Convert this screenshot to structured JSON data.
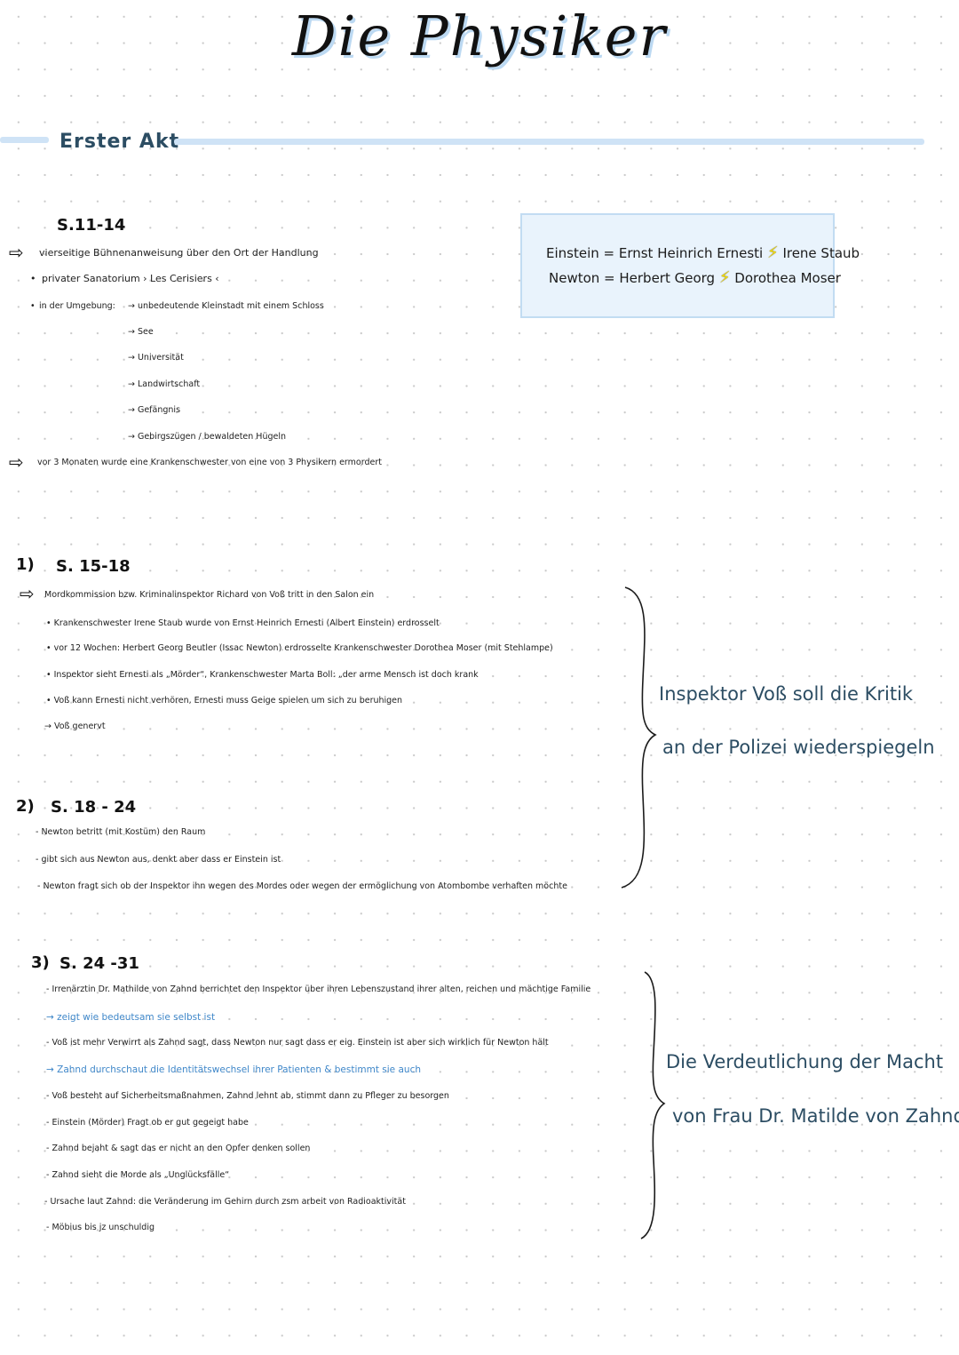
{
  "title": "Die Physiker",
  "act": "Erster Akt",
  "box": {
    "line1_left": "Einstein = Ernst Heinrich Ernesti",
    "line1_right": "Irene Staub",
    "line2_left": "Newton = Herbert Georg",
    "line2_right": "Dorothea Moser",
    "bolt_icon": "⚡"
  },
  "section0": {
    "heading": "S.11-14",
    "intro": "vierseitige Bühnenanweisung über den Ort der Handlung",
    "bullet1": "privater Sanatorium › Les Cerisiers ‹",
    "bullet2_label": "in der Umgebung:",
    "surroundings": [
      "→ unbedeutende Kleinstadt mit einem Schloss",
      "→ See",
      "→ Universität",
      "→ Landwirtschaft",
      "→ Gefängnis",
      "→ Gebirgszügen / bewaldeten Hügeln"
    ],
    "conclusion": "vor 3 Monaten wurde eine Krankenschwester von eine von 3 Physikern ermordert"
  },
  "section1": {
    "number": "1)",
    "heading": "S. 15-18",
    "intro": "Mordkommission bzw. Kriminalinspektor Richard von Voß tritt in den Salon ein",
    "lines": [
      "• Krankenschwester Irene Staub wurde von Ernst Heinrich Ernesti (Albert Einstein) erdrosselt",
      "• vor 12 Wochen: Herbert Georg Beutler (Issac Newton) erdrosselte Krankenschwester Dorothea Moser (mit Stehlampe)",
      "• Inspektor sieht Ernesti als „Mörder“, Krankenschwester Marta Boll: „der arme Mensch ist doch krank",
      "• Voß kann Ernesti nicht verhören, Ernesti muss Geige spielen um sich zu beruhigen",
      "→ Voß genervt"
    ]
  },
  "section2": {
    "number": "2)",
    "heading": "S. 18 - 24",
    "lines": [
      "- Newton betritt (mit Kostüm) den Raum",
      "- gibt sich aus Newton aus, denkt aber dass er Einstein ist",
      "- Newton fragt sich ob der Inspektor ihn wegen des Mordes oder wegen der ermöglichung von Atombombe verhaften möchte"
    ]
  },
  "note1": {
    "line1": "Inspektor Voß soll die Kritik",
    "line2": "an der Polizei wiederspiegeln"
  },
  "section3": {
    "number": "3)",
    "heading": "S. 24 -31",
    "lines": [
      "- Irrenärztin Dr. Mathilde von Zahnd berrichtet den Inspektor über ihren Lebenszustand ihrer alten, reichen und mächtige Familie",
      "→ zeigt wie bedeutsam sie selbst ist",
      "- Voß ist mehr Verwirrt als Zahnd sagt, dass Newton nur sagt dass er eig. Einstein ist aber sich wirklich für Newton hält",
      "→ Zahnd durchschaut die Identitätswechsel ihrer Patienten & bestimmt sie auch",
      "- Voß besteht auf Sicherheitsmaßnahmen, Zahnd lehnt ab, stimmt dann zu Pfleger zu besorgen",
      "- Einstein (Mörder) Fragt ob er gut gegeigt habe",
      "- Zahnd bejaht & sagt das er nicht an den Opfer denken sollen",
      "- Zahnd sieht die Morde als „Unglücksfälle“",
      "- Ursache laut Zahnd: die Veränderung im Gehirn durch zsm arbeit von Radioaktivität",
      "- Möbius bis jz unschuldig"
    ]
  },
  "note2": {
    "line1": "Die Verdeutlichung der Macht",
    "line2": "von Frau Dr. Matilde von Zahnd"
  },
  "colors": {
    "accent_blue": "#cfe3f6",
    "heading_blue": "#2c4d63",
    "highlight_text_blue": "#3f87c9",
    "bolt_yellow": "#f0d800"
  }
}
